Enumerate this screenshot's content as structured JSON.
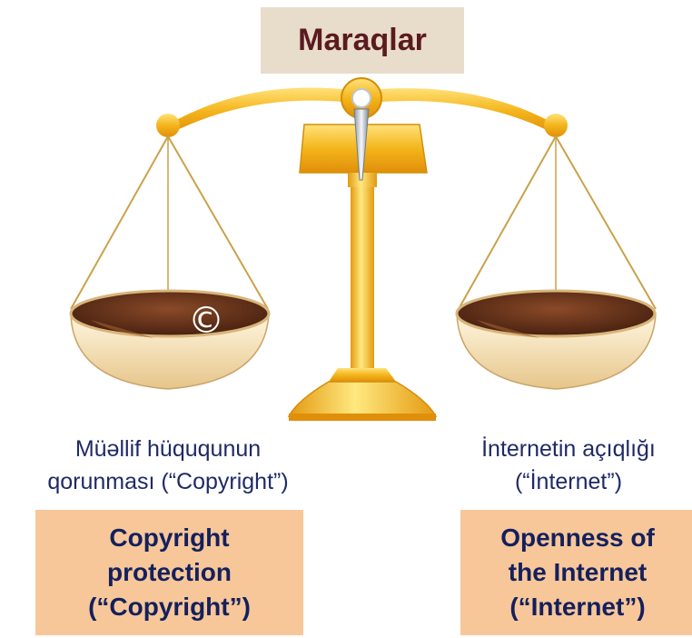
{
  "title": "Maraqlar",
  "left_pan": {
    "symbol": "©",
    "caption_line1": "Müəllif hüququnun",
    "caption_line2": "qorunması (“Copyright”)",
    "english_line1": "Copyright",
    "english_line2": "protection",
    "english_line3": "(“Copyright”)"
  },
  "right_pan": {
    "caption_line1": "İnternetin açıqlığı",
    "caption_line2": "(“İnternet”)",
    "english_line1": "Openness of",
    "english_line2": "the Internet",
    "english_line3": "(“Internet”)"
  },
  "colors": {
    "title_box": "#e8dccb",
    "title_text": "#5a1a1f",
    "english_box": "#f7c79a",
    "english_text": "#14205c",
    "caption_text": "#1f2a66",
    "scale_gold": "#f2b81c"
  },
  "icons": [
    "balance-scale-icon",
    "copyright-icon"
  ]
}
